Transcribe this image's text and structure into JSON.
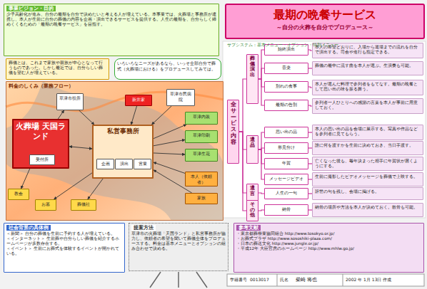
{
  "diagram": {
    "title": "最期の晩餐サービス",
    "nodes": [
      {
        "text": [
          "事業ビジョン・目的",
          "少子高齢化が進み、自分の最期を自分で決めたいと考える人が増えている。本事業では、火葬場と事務所が連携し、本人が生前に自分の葬儀の内容を企画・演出できるサービスを提供する。人生の最期を、自分らしく締めくくるための「最期の晩餐サービス」を目指す。"
        ]
      },
      {
        "text": [
          "葬儀とは、これまで家族や親族が中心となって行うものであった。しかし最近では、自分らしい葬儀を望む人が増えている。"
        ]
      },
      {
        "text": [
          "いろいろなニーズがあるなら、いっそ全部自分で葬式（火葬場における）をプロデュースしてみては。"
        ]
      },
      {
        "text": [
          "料金のしくみ（業務フロー）"
        ]
      },
      {
        "text": [
          "草津市役所"
        ],
        "in": 3
      },
      {
        "text": [
          "新井家"
        ],
        "in": 3
      },
      {
        "text": [
          "草津市民病院"
        ],
        "in": 3
      },
      {
        "text": [
          "火葬場 天国ランド"
        ],
        "in": 3
      },
      {
        "text": [
          "受付所"
        ],
        "in": 7
      },
      {
        "text": [
          "私営事務所"
        ],
        "in": 3
      },
      {
        "text": [
          "企画"
        ],
        "in": 9
      },
      {
        "text": [
          "演出"
        ],
        "in": 9
      },
      {
        "text": [
          "営業"
        ],
        "in": 9
      },
      {
        "text": [
          "草津内装"
        ],
        "in": 3
      },
      {
        "text": [
          "草津印刷"
        ],
        "in": 3
      },
      {
        "text": [
          "草津生花"
        ],
        "in": 3
      },
      {
        "text": [
          "本人（依頼者）"
        ],
        "in": 3
      },
      {
        "text": [
          "家族"
        ],
        "in": 3
      },
      {
        "text": [
          "教会"
        ],
        "in": 3
      },
      {
        "text": [
          "お墓"
        ],
        "in": 3
      },
      {
        "text": [
          "葬儀社"
        ],
        "in": 3
      },
      {
        "text": [
          "社会背景の具体例",
          "＜新聞＞ 自分の葬儀を生前に予約する人が増えている。",
          "＜インターネット＞ 生前葬や自分らしい葬儀を紹介するホームページが多数存在する。",
          "＜イベント＞ 生前にお葬式を体験するイベントが開かれている。"
        ]
      },
      {
        "text": [
          "提案方法",
          "草津市の火葬場「天国ランド」と私営事務所が協力し、依頼者の希望を聞いて葬儀全体をプロデュースする。料金は基本メニューとオプションの組み合わせで決める。"
        ]
      },
      {
        "text": [
          "参考文献",
          "・東京都葬祭業協同組合 http://www.tosokyo.or.jp/",
          "・お葬式プラザ http://www.sososhiki-plaza.com/",
          "・日本の葬送文化 http://www.jungle.or.jp/",
          "・平成12年 大臣官房のホームページ http://www.mhlw.go.jp/"
        ]
      },
      {
        "text": [
          "全サービス内容"
        ]
      },
      {
        "text": [
          "葬儀演出"
        ]
      },
      {
        "text": [
          "遺品"
        ]
      },
      {
        "text": [
          "遺言"
        ]
      },
      {
        "text": [
          "その他"
        ]
      },
      {
        "text": [
          "始終演出"
        ]
      },
      {
        "text": [
          "音楽"
        ]
      },
      {
        "text": [
          "別れの食事"
        ]
      },
      {
        "text": [
          "最期の告別"
        ]
      },
      {
        "text": [
          "思い出の品"
        ]
      },
      {
        "text": [
          "形見分け"
        ]
      },
      {
        "text": [
          "年賀"
        ]
      },
      {
        "text": [
          "メッセージビデオ"
        ]
      },
      {
        "text": [
          "人生の一句"
        ]
      },
      {
        "text": [
          "納骨"
        ]
      },
      {
        "text": [
          "本人の希望どおりに、入場から退場までの流れを自分で演出する。司会や進行も指定できる。"
        ]
      },
      {
        "text": [
          "葬儀の最中に流す曲を本人が選ぶ。生演奏も可能。"
        ]
      },
      {
        "text": [
          "本人が選んだ料理で参列者をもてなす。最期の晩餐として思い出の味を振る舞う。"
        ]
      },
      {
        "text": [
          "参列者一人ひとりへの感謝の言葉を本人が事前に用意しておく。"
        ]
      },
      {
        "text": [
          "本人の思い出の品を会場に展示する。写真や作品などを参列者に見てもらう。"
        ]
      },
      {
        "text": [
          "誰に何を渡すかを生前に決めておき、当日手渡す。"
        ]
      },
      {
        "text": [
          "亡くなった後も、毎年決まった相手に年賀状が届くようにする。"
        ]
      },
      {
        "text": [
          "生前に撮影したビデオメッセージを葬儀で上映する。"
        ]
      },
      {
        "text": [
          "辞世の句を残し、会場に掲げる。"
        ]
      },
      {
        "text": [
          "納骨の場所や方法を本人が決めておく。散骨も可能。"
        ]
      }
    ],
    "edges": [
      {
        "from": 24,
        "to": 25,
        "arrow": "none"
      },
      {
        "from": 24,
        "to": 26,
        "arrow": "none"
      },
      {
        "from": 24,
        "to": 27,
        "arrow": "none"
      },
      {
        "from": 24,
        "to": 28,
        "arrow": "none"
      },
      {
        "from": 25,
        "to": 29,
        "arrow": "none"
      },
      {
        "from": 25,
        "to": 30,
        "arrow": "none"
      },
      {
        "from": 25,
        "to": 31,
        "arrow": "none"
      },
      {
        "from": 25,
        "to": 32,
        "arrow": "none"
      },
      {
        "from": 26,
        "to": 33,
        "arrow": "none"
      },
      {
        "from": 26,
        "to": 34,
        "arrow": "none"
      },
      {
        "from": 26,
        "to": 35,
        "arrow": "none"
      },
      {
        "from": 26,
        "to": 36,
        "arrow": "none"
      },
      {
        "from": 27,
        "to": 37,
        "arrow": "none"
      },
      {
        "from": 28,
        "to": 38,
        "arrow": "none"
      },
      {
        "from": 29,
        "to": 39,
        "arrow": "none"
      },
      {
        "from": 30,
        "to": 40,
        "arrow": "none"
      },
      {
        "from": 31,
        "to": 41,
        "arrow": "none"
      },
      {
        "from": 32,
        "to": 42,
        "arrow": "none"
      },
      {
        "from": 33,
        "to": 43,
        "arrow": "none"
      },
      {
        "from": 34,
        "to": 44,
        "arrow": "none"
      },
      {
        "from": 35,
        "to": 45,
        "arrow": "none"
      },
      {
        "from": 36,
        "to": 46,
        "arrow": "none"
      },
      {
        "from": 37,
        "to": 47,
        "arrow": "none"
      },
      {
        "from": 38,
        "to": 48,
        "arrow": "none"
      },
      {
        "from": 4,
        "to": 9,
        "arrow": "to"
      },
      {
        "from": 5,
        "to": 9,
        "arrow": "to"
      },
      {
        "from": 6,
        "to": 9,
        "arrow": "to"
      },
      {
        "from": 7,
        "to": 4,
        "arrow": "to"
      },
      {
        "from": 9,
        "to": 7,
        "arrow": "both"
      },
      {
        "from": 9,
        "to": 13,
        "arrow": "to"
      },
      {
        "from": 9,
        "to": 14,
        "arrow": "to"
      },
      {
        "from": 9,
        "to": 15,
        "arrow": "to"
      },
      {
        "from": 16,
        "to": 9,
        "arrow": "to"
      },
      {
        "from": 17,
        "to": 9,
        "arrow": "to"
      },
      {
        "from": 7,
        "to": 18,
        "arrow": "to"
      },
      {
        "from": 9,
        "to": 19,
        "arrow": "to"
      },
      {
        "from": 9,
        "to": 20,
        "arrow": "to"
      }
    ],
    "labels": [
      "～自分の火葬を自分でプロデュース～",
      "サブシステム：基本メニュー・オプション・特別メニュー",
      "学籍番号",
      "0013017",
      "氏名",
      "柴崎 将也",
      "2002 年 1月 13日 作成"
    ]
  }
}
